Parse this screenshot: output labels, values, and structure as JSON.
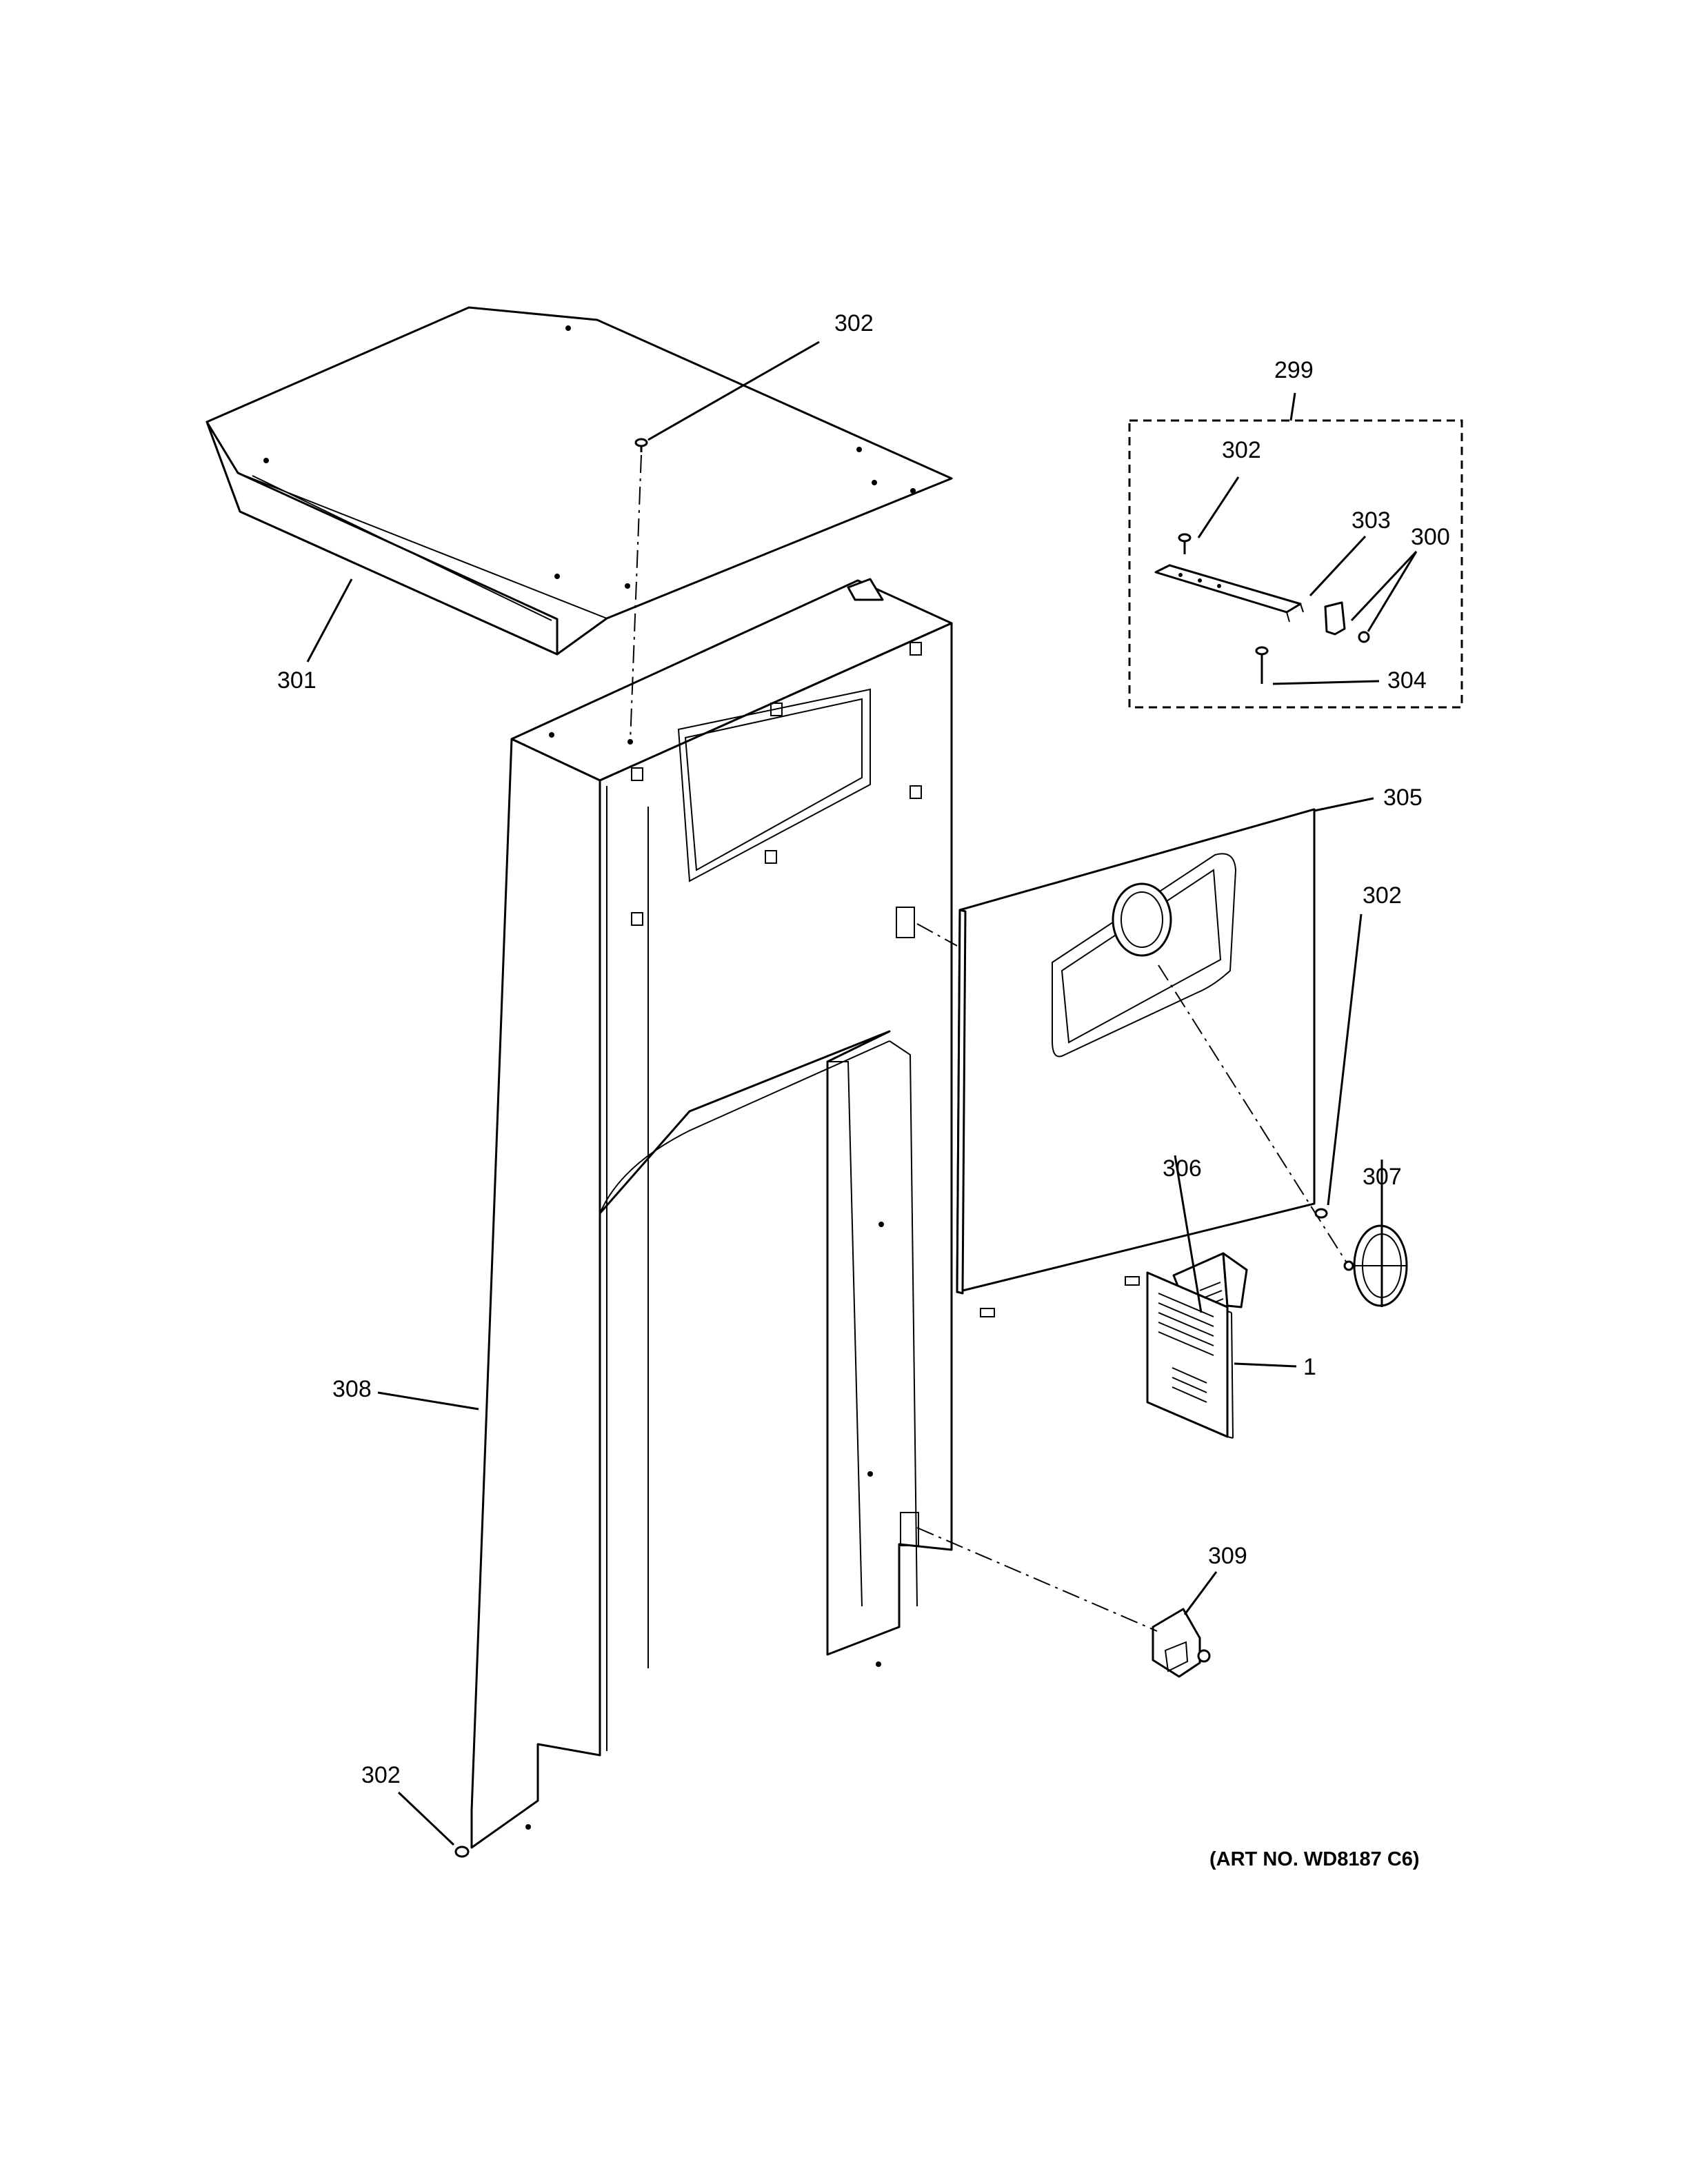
{
  "diagram": {
    "callouts": {
      "c299": "299",
      "c300": "300",
      "c301": "301",
      "c302_top": "302",
      "c302_kit": "302",
      "c302_right": "302",
      "c302_bottom": "302",
      "c303": "303",
      "c304": "304",
      "c305": "305",
      "c306": "306",
      "c307": "307",
      "c308": "308",
      "c309": "309",
      "c1": "1"
    },
    "art_number": "(ART NO. WD8187 C6)"
  }
}
